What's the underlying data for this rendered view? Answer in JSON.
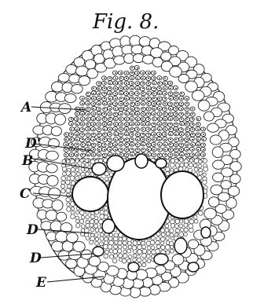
{
  "figure": {
    "title": "Fig. 8.",
    "labels": {
      "A": "A",
      "D_prime": "D'",
      "B": "B",
      "C": "C",
      "D_upper": "D",
      "D_lower": "D",
      "E": "E"
    }
  }
}
